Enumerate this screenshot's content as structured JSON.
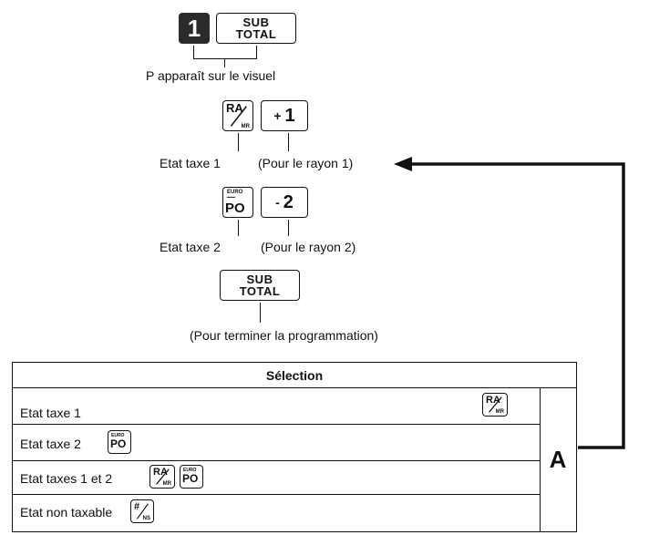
{
  "keys": {
    "one": "1",
    "subtotal_line1": "SUB",
    "subtotal_line2": "TOTAL",
    "ra": "RA",
    "mr": "MR",
    "plus_sign": "+",
    "plus_digit": "1",
    "euro": "EURO",
    "po": "PO",
    "minus_sign": "-",
    "minus_digit": "2",
    "hash": "#",
    "ns": "NS"
  },
  "labels": {
    "visuel": "P apparaît sur le visuel",
    "etat_taxe_1": "Etat taxe 1",
    "rayon_1": "(Pour le rayon 1)",
    "etat_taxe_2": "Etat taxe 2",
    "rayon_2": "(Pour le rayon 2)",
    "terminer": "(Pour terminer la programmation)"
  },
  "table": {
    "header": "Sélection",
    "rows": [
      "Etat taxe 1",
      "Etat taxe 2",
      "Etat taxes 1 et 2",
      "Etat non taxable"
    ],
    "code": "A"
  }
}
